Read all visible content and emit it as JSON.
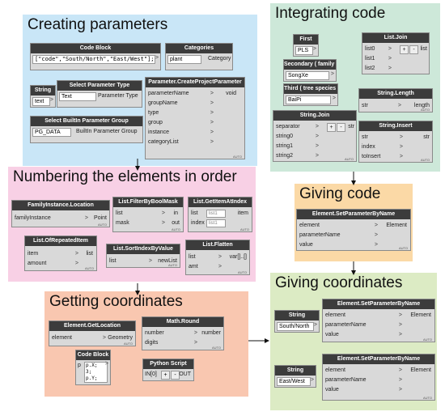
{
  "colors": {
    "creating": "#c9e6f7",
    "numbering": "#f8d0e5",
    "getting": "#f9c7b0",
    "integrating": "#cde8d9",
    "giving_code": "#fbd9a6",
    "giving_coords": "#dcebc4",
    "node_header": "#3c3c3c",
    "node_body": "#d9d9d9"
  },
  "groups": {
    "creating": "Creating parameters",
    "numbering": "Numbering the elements in order",
    "getting": "Getting coordinates",
    "integrating": "Integrating code",
    "giving_code": "Giving code",
    "giving_coords": "Giving coordinates"
  },
  "auto_label": "AUTO",
  "nodes": {
    "code_block_1": {
      "title": "Code Block",
      "code": "[\"code\",\"South/North\",\"East/West\"];"
    },
    "categories": {
      "title": "Categories",
      "value": "plant",
      "out": "Category"
    },
    "string_text": {
      "title": "String",
      "value": "text"
    },
    "select_param_type": {
      "title": "Select Parameter Type",
      "value": "Text",
      "out": "Parameter Type"
    },
    "create_project_param": {
      "title": "Parameter.CreateProjectParameter",
      "inputs": [
        "parameterName",
        "groupName",
        "type",
        "group",
        "instance",
        "categoryList"
      ],
      "out": "void"
    },
    "select_builtin_group": {
      "title": "Select BuiltIn Parameter Group",
      "value": "PG_DATA",
      "out": "BuiltIn Parameter Group"
    },
    "family_location": {
      "title": "FamilyInstance.Location",
      "input": "familyInstance",
      "out": "Point"
    },
    "filter_bool_mask": {
      "title": "List.FilterByBoolMask",
      "inputs": [
        "list",
        "mask"
      ],
      "outs": [
        "in",
        "out"
      ]
    },
    "get_item_at_index": {
      "title": "List.GetItemAtIndex",
      "inputs": [
        "list",
        "index"
      ],
      "field": "list1",
      "out": "item"
    },
    "of_repeated_item": {
      "title": "List.OfRepeatedItem",
      "inputs": [
        "item",
        "amount"
      ],
      "out": "list"
    },
    "sort_index_by_value": {
      "title": "List.SortIndexByValue",
      "input": "list",
      "out": "newList"
    },
    "flatten": {
      "title": "List.Flatten",
      "inputs": [
        "list",
        "amt"
      ],
      "out": "var[]..[]"
    },
    "get_location": {
      "title": "Element.GetLocation",
      "input": "element",
      "out": "Geometry"
    },
    "math_round": {
      "title": "Math.Round",
      "inputs": [
        "number",
        "digits"
      ],
      "out": "number"
    },
    "code_block_2": {
      "title": "Code Block",
      "lines": [
        "p.X;",
        "3;",
        "p.Y;"
      ],
      "prefix": "p"
    },
    "python_script": {
      "title": "Python Script",
      "input": "IN[0]",
      "plus": "+",
      "minus": "-",
      "out": "OUT"
    },
    "first": {
      "title": "First",
      "value": "PLS"
    },
    "secondary": {
      "title": "Secondary ( family )",
      "value": "SongXe"
    },
    "third": {
      "title": "Third ( tree species )",
      "value": "BaiPi"
    },
    "list_join": {
      "title": "List.Join",
      "inputs": [
        "list0",
        "list1",
        "list2"
      ],
      "plus": "+",
      "minus": "-",
      "out": "list"
    },
    "string_length": {
      "title": "String.Length",
      "input": "str",
      "out": "length"
    },
    "string_join": {
      "title": "String.Join",
      "inputs": [
        "separator",
        "string0",
        "string1",
        "string2"
      ],
      "plus": "+",
      "minus": "-",
      "out": "str"
    },
    "string_insert": {
      "title": "String.Insert",
      "inputs": [
        "str",
        "index",
        "toInsert"
      ],
      "out": "str"
    },
    "set_param_code": {
      "title": "Element.SetParameterByName",
      "inputs": [
        "element",
        "parameterName",
        "value"
      ],
      "out": "Element"
    },
    "string_sn": {
      "title": "String",
      "value": "South/North"
    },
    "set_param_sn": {
      "title": "Element.SetParameterByName",
      "inputs": [
        "element",
        "parameterName",
        "value"
      ],
      "out": "Element"
    },
    "string_ew": {
      "title": "String",
      "value": "East/West"
    },
    "set_param_ew": {
      "title": "Element.SetParameterByName",
      "inputs": [
        "element",
        "parameterName",
        "value"
      ],
      "out": "Element"
    }
  }
}
